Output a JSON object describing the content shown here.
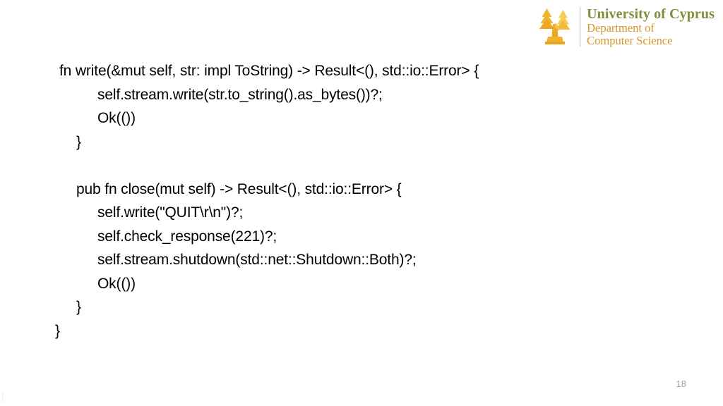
{
  "slide": {
    "background_color": "#ffffff",
    "page_number": "18"
  },
  "logo": {
    "mark_name": "university-of-cyprus-tree-emblem",
    "title": "University of Cyprus",
    "subtitle": "Department of Computer Science",
    "title_color": "#7e8f3c",
    "subtitle_color": "#d99427",
    "mark_color_light": "#f3c03a",
    "mark_color_dark": "#e59a18"
  },
  "code": {
    "language": "rust",
    "text_color": "#000000",
    "lines": [
      {
        "text": "fn write(&mut self, str: impl ToString) -> Result<(), std::io::Error> {",
        "indent": 1
      },
      {
        "text": "self.stream.write(str.to_string().as_bytes())?;",
        "indent": 3
      },
      {
        "text": "Ok(())",
        "indent": 3
      },
      {
        "text": "}",
        "indent": 2
      },
      {
        "text": "",
        "indent": 0
      },
      {
        "text": "pub fn close(mut self) -> Result<(), std::io::Error> {",
        "indent": 2
      },
      {
        "text": "self.write(\"QUIT\\r\\n\")?;",
        "indent": 3
      },
      {
        "text": "self.check_response(221)?;",
        "indent": 3
      },
      {
        "text": "self.stream.shutdown(std::net::Shutdown::Both)?;",
        "indent": 3
      },
      {
        "text": "Ok(())",
        "indent": 3
      },
      {
        "text": "}",
        "indent": 2
      },
      {
        "text": "}",
        "indent": 0
      }
    ]
  }
}
